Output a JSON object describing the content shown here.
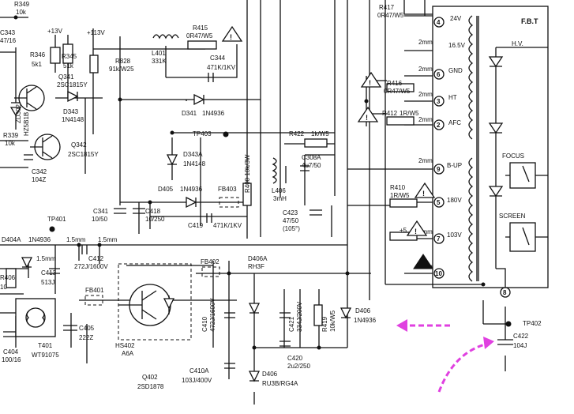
{
  "labels": {
    "r349": "R349",
    "r349v": "10k",
    "c343": "C343",
    "c343v": "47/16",
    "v13": "+13V",
    "v113": "+113V",
    "r346": "R346",
    "r346v": "5k1",
    "r345": "R345",
    "r345v": "51k",
    "q341": "Q341",
    "q341v": "2SC1815Y",
    "d343": "D343",
    "d343v": "1N4148",
    "zd": "ZD302",
    "zdv": "HZ5B1B",
    "r339": "R339",
    "r339v": "10k",
    "q342": "Q342",
    "q342v": "2SC1815Y",
    "c342": "C342",
    "c342v": "104Z",
    "r828": "R828",
    "r828v": "91k/W25",
    "l401": "L401",
    "l401v": "331K",
    "r415": "R415",
    "r415v": "0R47/W5",
    "c344": "C344",
    "c344v": "471K/1KV",
    "d341": "D341",
    "d341v": "1N4936",
    "r417": "R417",
    "r417v": "0R47/W5",
    "r416": "R416",
    "r416v": "0R47/W5",
    "r412": "R412",
    "r412v": "1R/W5",
    "tp403": "TP403",
    "r422": "R422",
    "r422v": "1k/W5",
    "d343a": "D343A",
    "d343av": "1N4148",
    "c308a": "C308A",
    "c308av": "4u7/50",
    "r400": "R400 10k/3W",
    "l406": "L406",
    "l406v": "3mH",
    "d405": "D405",
    "d405v": "1N4936",
    "fb403": "FB403",
    "c341": "C341",
    "c341v": "10/50",
    "c418": "C418",
    "c418v": "10/250",
    "c419": "C419",
    "c419v": "471K/1KV",
    "c423": "C423",
    "c423v": "47/50",
    "c423n": "(105°)",
    "r410": "R410",
    "r410v": "1R/W5",
    "tp401": "TP401",
    "d404a": "D404A",
    "d404av": "1N4936",
    "c412": "C412",
    "c412v": "272J/1600V",
    "c413": "C413",
    "c413v": "513J",
    "r406": "R406",
    "r406v": "10",
    "fb402": "FB402",
    "d406a": "D406A",
    "d406av": "RH3F",
    "c410": "C410",
    "c410v": "472J/1600V",
    "c421": "C421",
    "c421v": "334J/200V",
    "r419": "R419",
    "r419v": "10k/W5",
    "d406": "D406",
    "d406v": "1N4936",
    "c420": "C420",
    "c420v": "2u2/250",
    "c404": "C404",
    "c404v": "100/16",
    "t401": "T401",
    "t401v": "WT91075",
    "fb401": "FB401",
    "c405": "C405",
    "c405v": "222Z",
    "hs402": "HS402",
    "hs402v": "A6A",
    "q402": "Q402",
    "q402v": "2SD1878",
    "c410a": "C410A",
    "c410av": "103J/400V",
    "d406b": "D406",
    "d406bv": "RU3B/RG4A",
    "tp402": "TP402",
    "c422": "C422",
    "c422v": "104J",
    "fbt": "F.B.T",
    "hv": "H.V.",
    "focus": "FOCUS",
    "screen": "SCREEN",
    "p24": "24V",
    "p165": "16.5V",
    "pgnd": "GND",
    "pht": "HT",
    "pafc": "AFC",
    "pbup": "B-UP",
    "p180": "180V",
    "p103": "103V",
    "bead": "1.5mm",
    "mm": "2mm",
    "p45": "+5"
  },
  "pins": {
    "p4": "4",
    "p6": "6",
    "p3": "3",
    "p2": "2",
    "p9": "9",
    "p5": "5",
    "p7": "7",
    "p10": "10",
    "p8": "8"
  }
}
